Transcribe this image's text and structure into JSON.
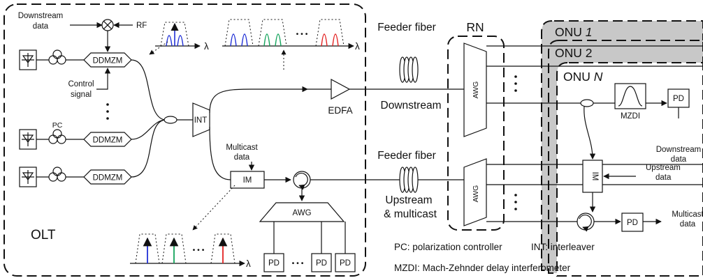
{
  "olt": {
    "label": "OLT",
    "downstream_data": [
      "Downstream",
      "data"
    ],
    "rf": "RF",
    "ddmzm": "DDMZM",
    "control_signal": [
      "Control",
      "signal"
    ],
    "pc": "PC",
    "int": "INT",
    "edfa": "EDFA",
    "multicast_data": [
      "Multicast",
      "data"
    ],
    "im": "IM",
    "awg": "AWG",
    "pd": "PD",
    "lambda": "λ",
    "ellipsis": "• • •"
  },
  "links": {
    "feeder_fiber": "Feeder fiber",
    "downstream": "Downstream",
    "upstream": "Upstream",
    "multicast": "& multicast"
  },
  "rn": {
    "label": "RN",
    "awg": "AWG"
  },
  "onus": {
    "onu1": {
      "prefix": "ONU ",
      "index": "1"
    },
    "onu2": "ONU 2",
    "onun": {
      "prefix": "ONU ",
      "index": "N"
    },
    "mzdi": "MZDI",
    "pd": "PD",
    "im": "IM",
    "downstream_data": [
      "Downstream",
      "data"
    ],
    "upstream_data": [
      "Upstream",
      "data"
    ],
    "multicast_data": [
      "Multicast",
      "data"
    ]
  },
  "legend": {
    "pc": "PC: polarization controller",
    "int": "INT: interleaver",
    "mzdi": "MZDI: Mach-Zehnder delay interferometer"
  },
  "colors": {
    "blue": "#1f2fd6",
    "green": "#12a35a",
    "red": "#e32222",
    "onu_gray": "#c8c8c8"
  }
}
